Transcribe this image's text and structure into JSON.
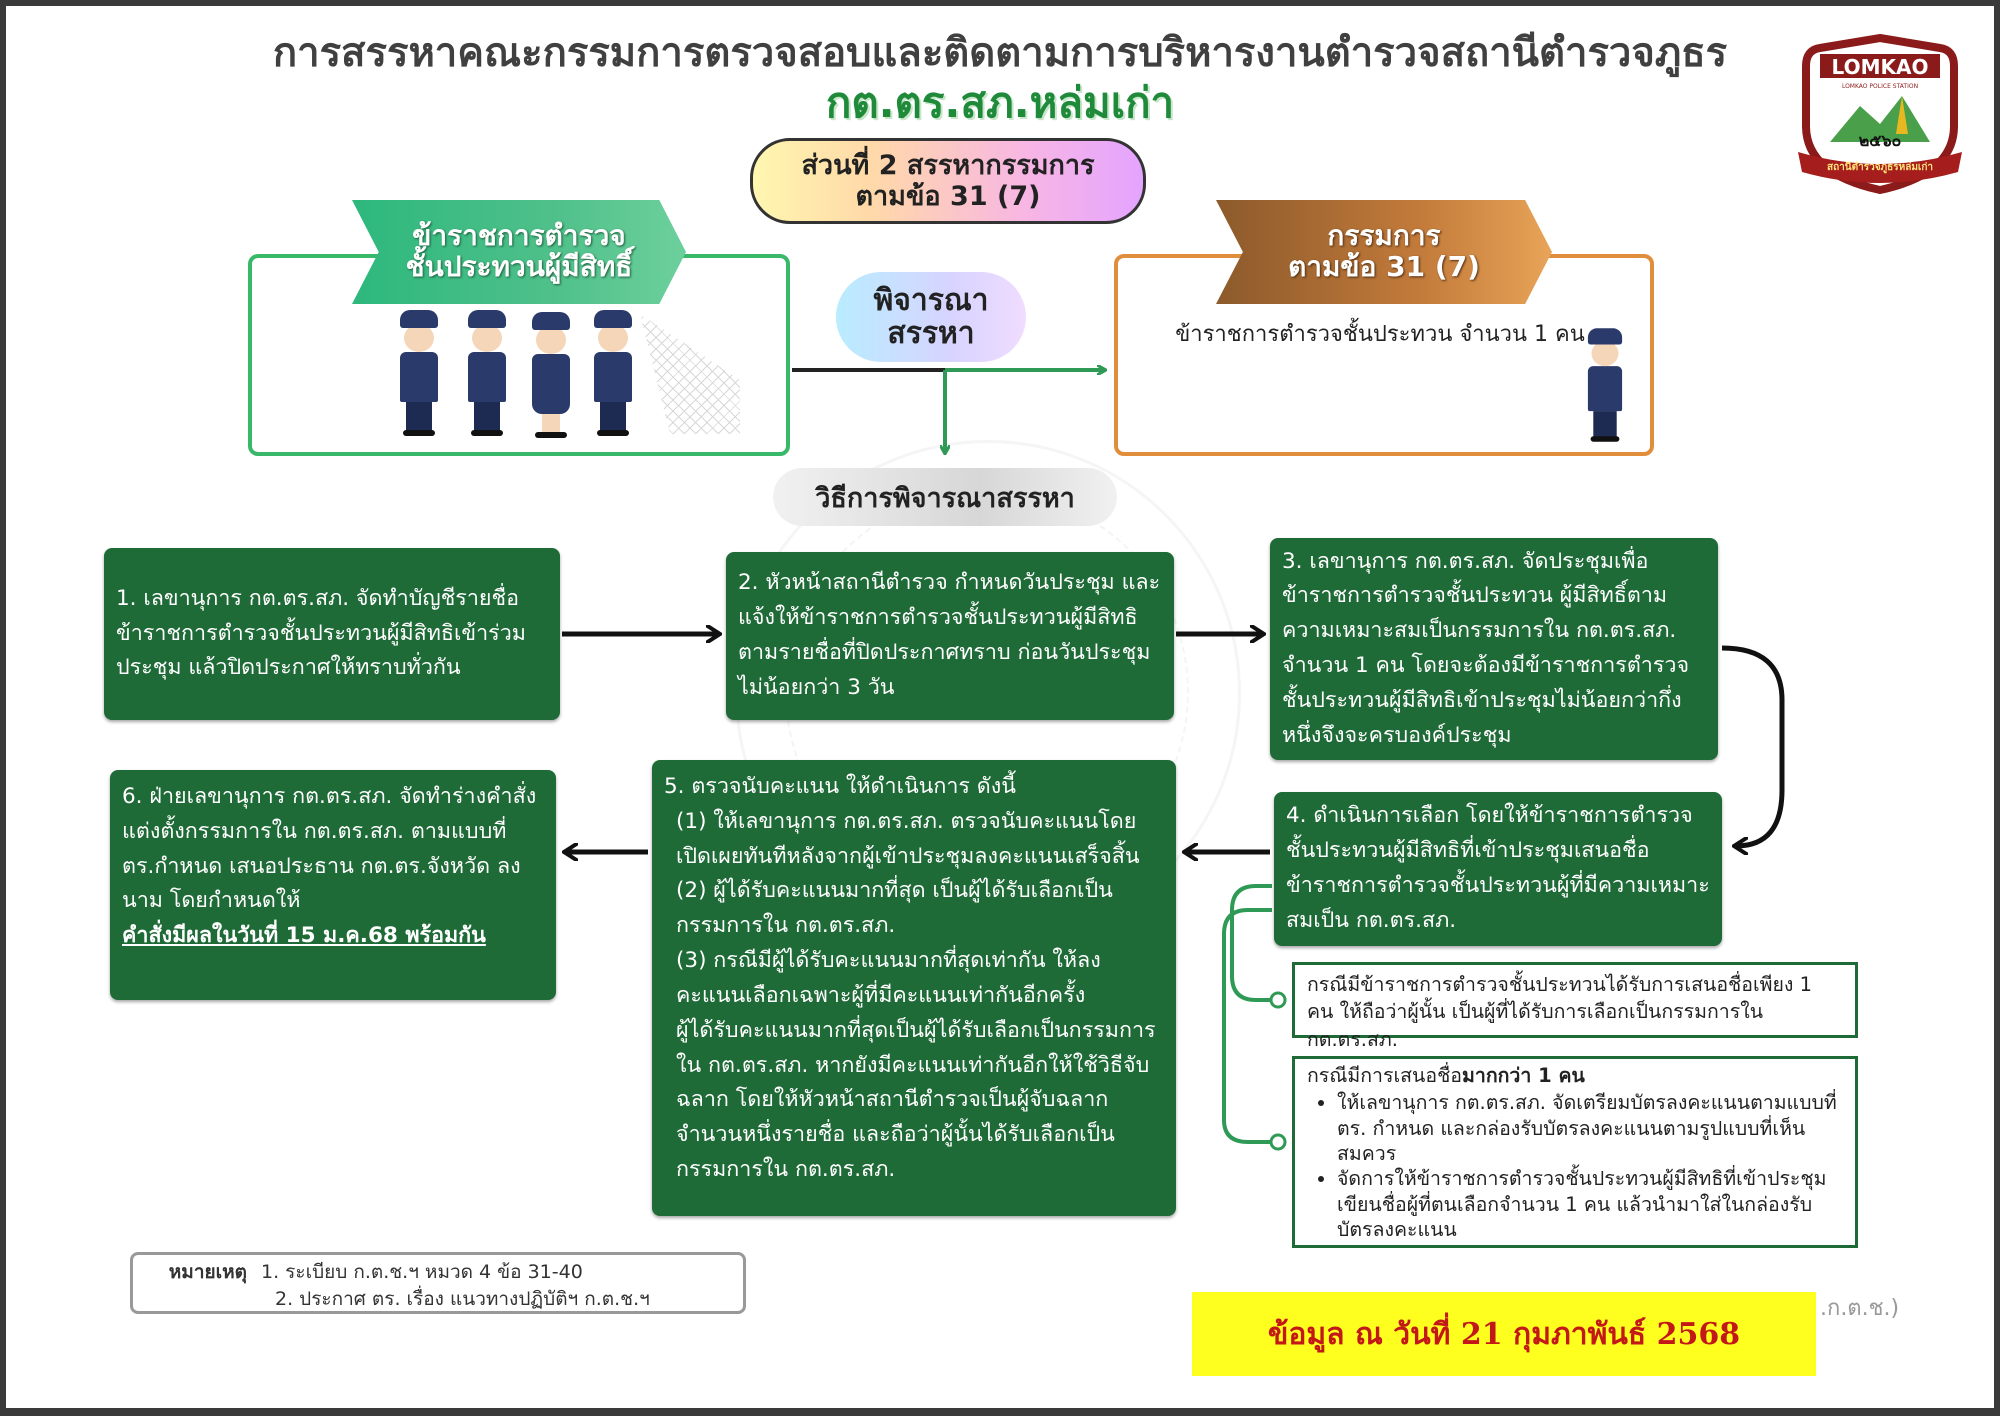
{
  "title": {
    "line1": "การสรรหาคณะกรรมการตรวจสอบและติดตามการบริหารงานตำรวจสถานีตำรวจภูธร",
    "line2": "กต.ตร.สภ.หล่มเก่า"
  },
  "part": {
    "line1": "ส่วนที่ 2 สรรหากรรมการ",
    "line2": "ตามข้อ 31 (7)"
  },
  "eligible_banner": {
    "line1": "ข้าราชการตำรวจ",
    "line2": "ชั้นประทวนผู้มีสิทธิ์"
  },
  "consider_pill": {
    "line1": "พิจารณา",
    "line2": "สรรหา"
  },
  "committee_banner": {
    "line1": "กรรมการ",
    "line2": "ตามข้อ 31 (7)"
  },
  "committee_text": "ข้าราชการตำรวจชั้นประทวน จำนวน 1 คน",
  "method_label": "วิธีการพิจารณาสรรหา",
  "steps": {
    "s1": "1. เลขานุการ กต.ตร.สภ. จัดทำบัญชีรายชื่อข้าราชการตำรวจชั้นประทวนผู้มีสิทธิเข้าร่วมประชุม แล้วปิดประกาศให้ทราบทั่วกัน",
    "s2": "2. หัวหน้าสถานีตำรวจ กำหนดวันประชุม และแจ้งให้ข้าราชการตำรวจชั้นประทวนผู้มีสิทธิตามรายชื่อที่ปิดประกาศทราบ ก่อนวันประชุมไม่น้อยกว่า 3 วัน",
    "s3": "3. เลขานุการ กต.ตร.สภ. จัดประชุมเพื่อข้าราชการตำรวจชั้นประทวน ผู้มีสิทธิ์ตามความเหมาะสมเป็นกรรมการใน กต.ตร.สภ. จำนวน 1 คน โดยจะต้องมีข้าราชการตำรวจชั้นประทวนผู้มีสิทธิเข้าประชุมไม่น้อยกว่ากึ่งหนึ่งจึงจะครบองค์ประชุม",
    "s4": "4. ดำเนินการเลือก โดยให้ข้าราชการตำรวจชั้นประทวนผู้มีสิทธิที่เข้าประชุมเสนอชื่อข้าราชการตำรวจชั้นประทวนผู้ที่มีความเหมาะสมเป็น กต.ตร.สภ.",
    "s5_head": "5. ตรวจนับคะแนน ให้ดำเนินการ ดังนี้",
    "s5_1": "(1) ให้เลขานุการ กต.ตร.สภ. ตรวจนับคะแนนโดยเปิดเผยทันทีหลังจากผู้เข้าประชุมลงคะแนนเสร็จสิ้น",
    "s5_2": "(2) ผู้ได้รับคะแนนมากที่สุด เป็นผู้ได้รับเลือกเป็นกรรมการใน กต.ตร.สภ.",
    "s5_3": "(3) กรณีมีผู้ได้รับคะแนนมากที่สุดเท่ากัน ให้ลงคะแนนเลือกเฉพาะผู้ที่มีคะแนนเท่ากันอีกครั้ง",
    "s5_4": "ผู้ได้รับคะแนนมากที่สุดเป็นผู้ได้รับเลือกเป็นกรรมการใน กต.ตร.สภ. หากยังมีคะแนนเท่ากันอีกให้ใช้วิธีจับฉลาก โดยให้หัวหน้าสถานีตำรวจเป็นผู้จับฉลากจำนวนหนึ่งรายชื่อ และถือว่าผู้นั้นได้รับเลือกเป็นกรรมการใน กต.ตร.สภ.",
    "s6": "6. ฝ่ายเลขานุการ กต.ตร.สภ. จัดทำร่างคำสั่งแต่งตั้งกรรมการใน กต.ตร.สภ. ตามแบบที่ ตร.กำหนด เสนอประธาน กต.ตร.จังหวัด ลงนาม โดยกำหนดให้",
    "s6_bold": "คำสั่งมีผลในวันที่ 15 ม.ค.68 พร้อมกัน"
  },
  "case1": "กรณีมีข้าราชการตำรวจชั้นประทวนได้รับการเสนอชื่อเพียง 1 คน ให้ถือว่าผู้นั้น เป็นผู้ที่ได้รับการเลือกเป็นกรรมการใน กต.ตร.สภ.",
  "case2": {
    "head": "กรณีมีการเสนอชื่อ",
    "head_bold": "มากกว่า 1 คน",
    "items": [
      "ให้เลขานุการ กต.ตร.สภ. จัดเตรียมบัตรลงคะแนนตามแบบที่ ตร. กำหนด และกล่องรับบัตรลงคะแนนตามรูปแบบที่เห็นสมควร",
      "จัดการให้ข้าราชการตำรวจชั้นประทวนผู้มีสิทธิที่เข้าประชุมเขียนชื่อผู้ที่ตนเลือกจำนวน 1 คน แล้วนำมาใส่ในกล่องรับบัตรลงคะแนน"
    ]
  },
  "note": {
    "label": "หมายเหตุ",
    "line1": "1. ระเบียบ ก.ต.ช.ฯ หมวด 4 ข้อ 31-40",
    "line2": "2. ประกาศ ตร. เรื่อง แนวทางปฏิบัติฯ ก.ต.ช.ฯ"
  },
  "date_banner": "ข้อมูล ณ วันที่ 21 กุมภาพันธ์ 2568",
  "faint_text": ".ก.ต.ช.)",
  "logo": {
    "top": "LOMKAO",
    "sub": "LOMKAO POLICE STATION",
    "year": "๒๕๖๐",
    "ribbon": "สถานีตำรวจภูธรหล่มเก่า"
  },
  "colors": {
    "box_green": "#1f6b38",
    "accent_green": "#39b86a",
    "accent_orange": "#e08e3c",
    "date_bg": "#ffff1f",
    "date_text": "#c21818"
  }
}
